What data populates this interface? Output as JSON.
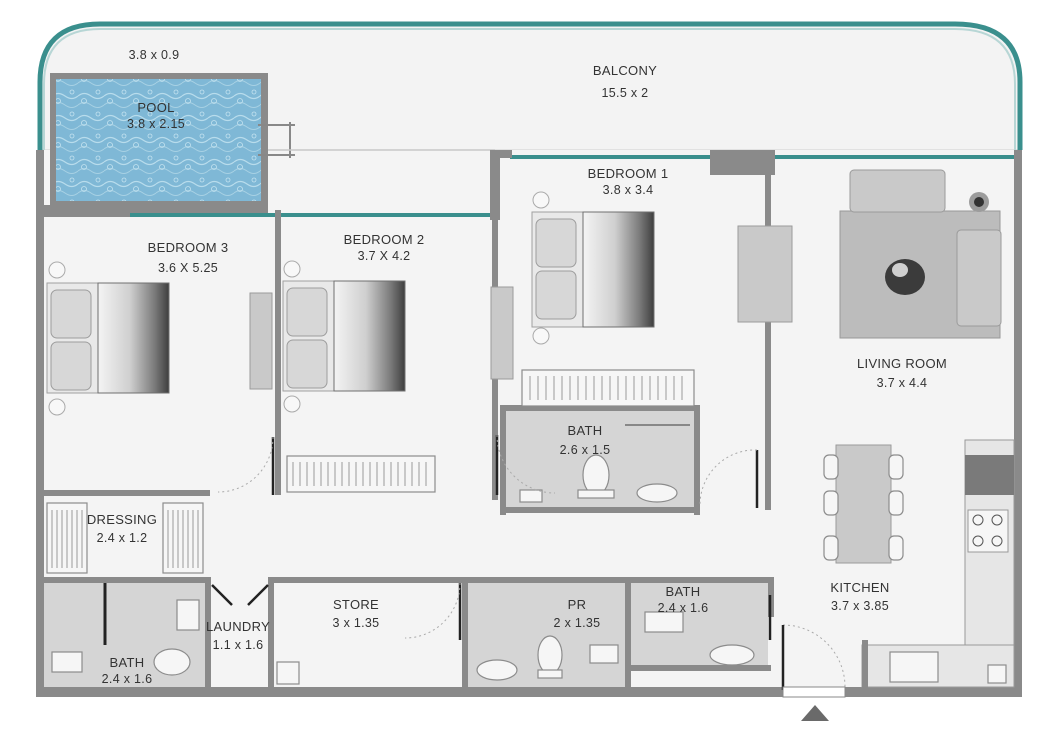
{
  "colors": {
    "wall": "#8a8a8a",
    "floor": "#f4f4f4",
    "pool_water": "#7fb8d6",
    "balcony_rail": "#3a8f8d",
    "wet_area": "#d5d5d5",
    "furniture": "#c9c9c9"
  },
  "rooms": {
    "pool_edge": {
      "dim": "3.8 x 0.9"
    },
    "pool": {
      "name": "POOL",
      "dim": "3.8 x 2.15"
    },
    "balcony": {
      "name": "BALCONY",
      "dim": "15.5 x 2"
    },
    "bedroom1": {
      "name": "BEDROOM 1",
      "dim": "3.8 x 3.4"
    },
    "bedroom2": {
      "name": "BEDROOM 2",
      "dim": "3.7 X 4.2"
    },
    "bedroom3": {
      "name": "BEDROOM 3",
      "dim": "3.6 X 5.25"
    },
    "living": {
      "name": "LIVING ROOM",
      "dim": "3.7 x  4.4"
    },
    "bath1": {
      "name": "BATH",
      "dim": "2.6 x 1.5"
    },
    "dressing": {
      "name": "DRESSING",
      "dim": "2.4 x 1.2"
    },
    "bath2": {
      "name": "BATH",
      "dim": "2.4 x 1.6"
    },
    "laundry": {
      "name": "LAUNDRY",
      "dim": "1.1 x 1.6"
    },
    "store": {
      "name": "STORE",
      "dim": "3 x 1.35"
    },
    "pr": {
      "name": "PR",
      "dim": "2 x 1.35"
    },
    "bath3": {
      "name": "BATH",
      "dim": "2.4 x 1.6"
    },
    "kitchen": {
      "name": "KITCHEN",
      "dim": "3.7 x  3.85"
    }
  },
  "icons": {
    "entrance": "entrance-arrow-icon",
    "plant": "plant-icon"
  }
}
